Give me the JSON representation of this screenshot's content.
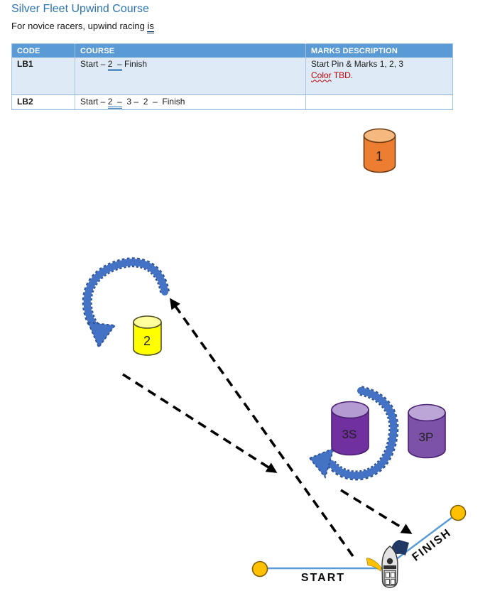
{
  "doc": {
    "title": "Silver Fleet Upwind Course",
    "intro_before": "For novice racers, upwind racing ",
    "intro_underlined": "is"
  },
  "table": {
    "headers": [
      "CODE",
      "COURSE",
      "MARKS DESCRIPTION"
    ],
    "rows": [
      {
        "code": "LB1",
        "course_prefix": "Start – ",
        "course_underlined": "2  –",
        "course_suffix": " Finish",
        "marks_line1": "Start Pin & Marks 1, 2, 3",
        "marks_red_squiggle": "Color",
        "marks_red_suffix": " TBD."
      },
      {
        "code": "LB2",
        "course_prefix": "Start – ",
        "course_underlined": "2  –",
        "course_suffix": "  3 –  2  –  Finish"
      }
    ]
  },
  "diagram": {
    "marks": [
      {
        "label": "1",
        "body_color": "#ED7D31",
        "top_color": "#F5B87F"
      },
      {
        "label": "2",
        "body_color": "#FFFF00",
        "top_color": "#FFFF9E"
      },
      {
        "label": "3S",
        "body_color": "#7030A0",
        "top_color": "#B49BD2"
      },
      {
        "label": "3P",
        "body_color": "#7B52A8",
        "top_color": "#BCA6D8"
      }
    ],
    "start_label": "START",
    "finish_label": "FINISH",
    "colors": {
      "course_leg_arrow": "#000000",
      "rounding_arrow_fill": "#4472C4",
      "rounding_arrow_edge": "#2E5395",
      "start_finish_line": "#5B9BD5",
      "pin_fill": "#FFC000",
      "navy_flag": "#203864",
      "yellow_flag": "#FFC000"
    }
  }
}
